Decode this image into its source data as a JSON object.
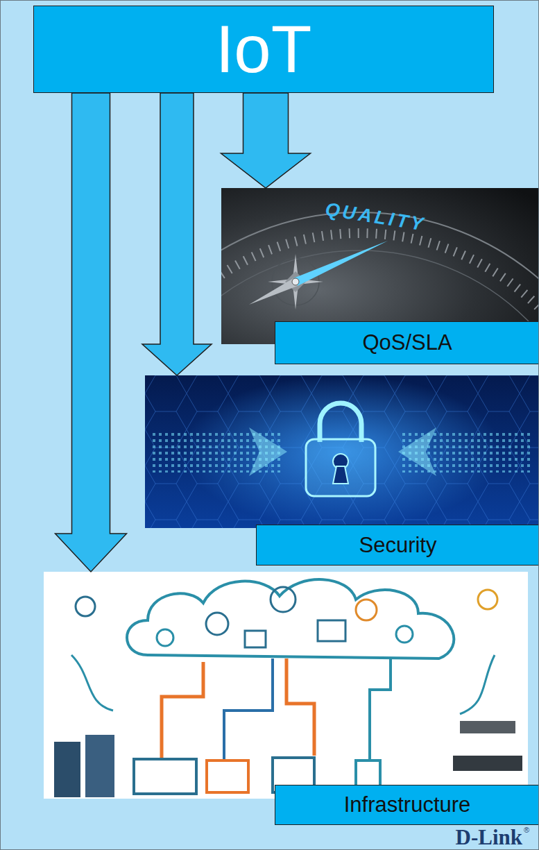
{
  "diagram": {
    "nodes": [
      {
        "text": [
          "IoT"
        ]
      },
      {
        "text": [
          "QoS/SLA"
        ]
      },
      {
        "text": [
          "Security"
        ]
      },
      {
        "text": [
          "Infrastructure"
        ]
      }
    ],
    "edges": [
      {
        "from": 0,
        "to": 1,
        "arrow": "to"
      },
      {
        "from": 0,
        "to": 2,
        "arrow": "to"
      },
      {
        "from": 0,
        "to": 3,
        "arrow": "to"
      }
    ],
    "labels": [
      "QUALITY",
      "D-Link",
      "®"
    ]
  }
}
